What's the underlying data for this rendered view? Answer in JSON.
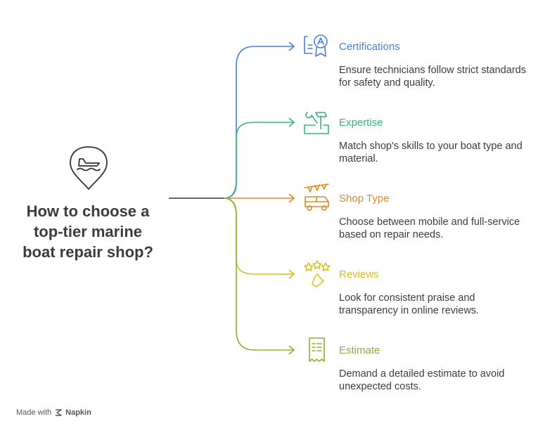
{
  "main": {
    "title_line1": "How to choose a",
    "title_line2": "top-tier marine",
    "title_line3": "boat repair shop?",
    "icon": "boat-location-pin-icon"
  },
  "branches": [
    {
      "title": "Certifications",
      "desc_line1": "Ensure technicians follow strict standards",
      "desc_line2": "for safety and quality.",
      "color": "#4a7fd6",
      "icon": "certificate-badge-icon"
    },
    {
      "title": "Expertise",
      "desc_line1": "Match shop's skills to your boat type and",
      "desc_line2": "material.",
      "color": "#33b57e",
      "icon": "tools-toolbox-icon"
    },
    {
      "title": "Shop Type",
      "desc_line1": "Choose between mobile and full-service",
      "desc_line2": "based on repair needs.",
      "color": "#d98a2b",
      "icon": "shop-van-icon"
    },
    {
      "title": "Reviews",
      "desc_line1": "Look for consistent praise and",
      "desc_line2": "transparency in online reviews.",
      "color": "#d7bf1f",
      "icon": "stars-rating-icon"
    },
    {
      "title": "Estimate",
      "desc_line1": "Demand a detailed estimate to avoid",
      "desc_line2": "unexpected costs.",
      "color": "#8fb030",
      "icon": "receipt-icon"
    }
  ],
  "footer": {
    "made_with": "Made with",
    "brand": "Napkin"
  },
  "colors": {
    "text": "#3c3c3c",
    "trunk": "#333333"
  }
}
